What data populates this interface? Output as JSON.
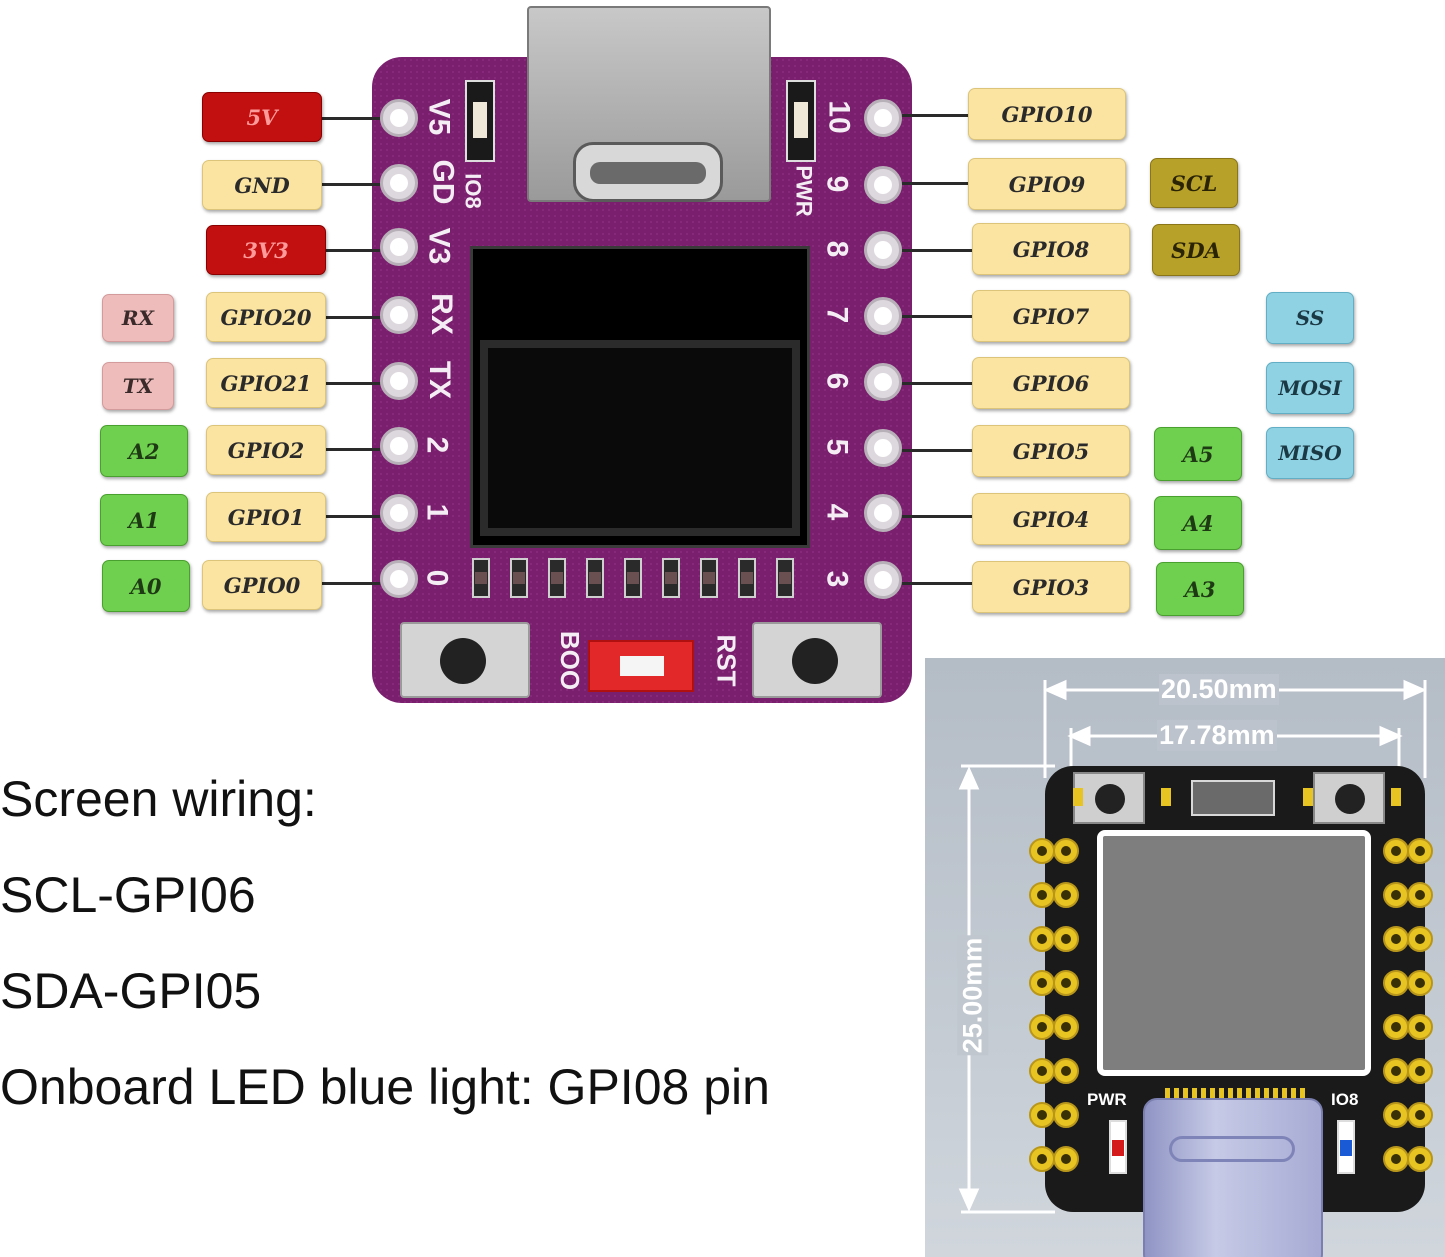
{
  "left_tags": {
    "pwr_5v": "5V",
    "gnd": "GND",
    "pwr_3v3": "3V3",
    "gpio20": "GPIO20",
    "gpio21": "GPIO21",
    "gpio2": "GPIO2",
    "gpio1": "GPIO1",
    "gpio0": "GPIO0",
    "rx": "RX",
    "tx": "TX",
    "a2": "A2",
    "a1": "A1",
    "a0": "A0"
  },
  "right_tags": {
    "gpio10": "GPIO10",
    "gpio9": "GPIO9",
    "gpio8": "GPIO8",
    "gpio7": "GPIO7",
    "gpio6": "GPIO6",
    "gpio5": "GPIO5",
    "gpio4": "GPIO4",
    "gpio3": "GPIO3",
    "scl": "SCL",
    "sda": "SDA",
    "ss": "SS",
    "mosi": "MOSI",
    "miso": "MISO",
    "a5": "A5",
    "a4": "A4",
    "a3": "A3"
  },
  "silkscreen": {
    "left_pins": [
      "V5",
      "GD",
      "V3",
      "RX",
      "TX",
      "2",
      "1",
      "0"
    ],
    "right_pins": [
      "10",
      "9",
      "8",
      "7",
      "6",
      "5",
      "4",
      "3"
    ],
    "io8": "IO8",
    "pwr": "PWR",
    "boot": "BOO",
    "rst": "RST"
  },
  "captions": {
    "line1": "Screen wiring:",
    "line2": "SCL-GPI06",
    "line3": "SDA-GPI05",
    "line4": "Onboard LED blue light: GPI08 pin"
  },
  "dimensions": {
    "outer_width": "20.50mm",
    "pin_spacing": "17.78mm",
    "height": "25.00mm",
    "pwr_label": "PWR",
    "io8_label": "IO8"
  },
  "colors": {
    "board_purple": "#7a1f6e",
    "power_red": "#c21010",
    "gpio_yellow": "#fbe4a2",
    "analog_green": "#6fcf4e",
    "i2c_olive": "#b8a129",
    "spi_blue": "#8fd2e4",
    "uart_pink": "#efbcbc"
  }
}
